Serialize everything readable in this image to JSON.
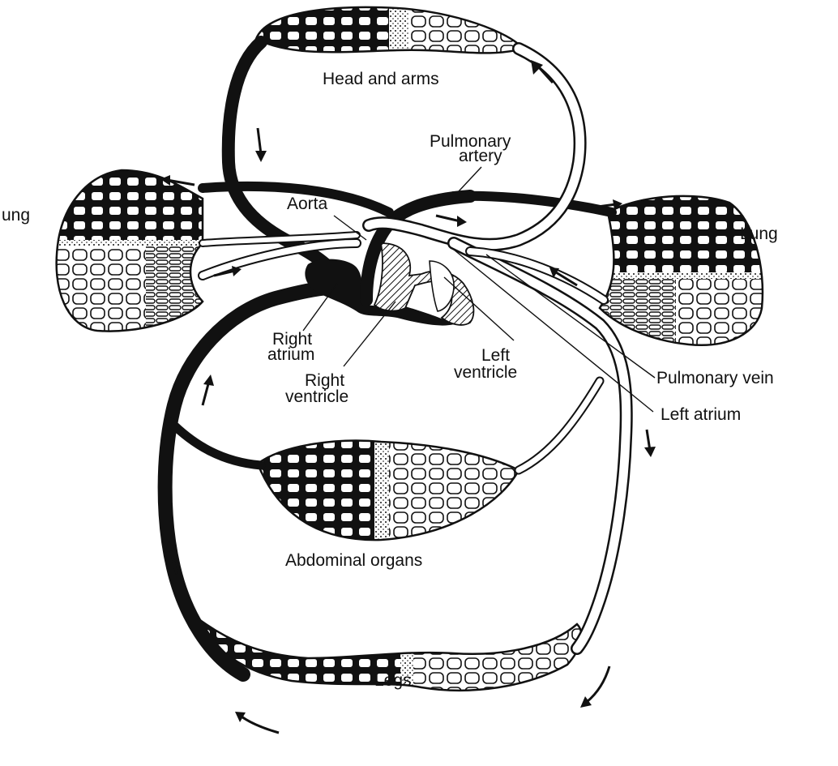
{
  "colors": {
    "deoxygenated": "#111111",
    "oxygenated": "#ffffff",
    "background": "#ffffff"
  },
  "labels": {
    "head_and_arms": "Head and arms",
    "pulmonary_artery_line1": "Pulmonary",
    "pulmonary_artery_line2": "artery",
    "aorta": "Aorta",
    "lung_left": "ung",
    "lung_right": "Lung",
    "right_atrium_line1": "Right",
    "right_atrium_line2": "atrium",
    "right_ventricle_line1": "Right",
    "right_ventricle_line2": "ventricle",
    "left_ventricle_line1": "Left",
    "left_ventricle_line2": "ventricle",
    "pulmonary_vein": "Pulmonary vein",
    "left_atrium": "Left atrium",
    "abdominal_organs": "Abdominal organs",
    "legs": "Legs"
  }
}
